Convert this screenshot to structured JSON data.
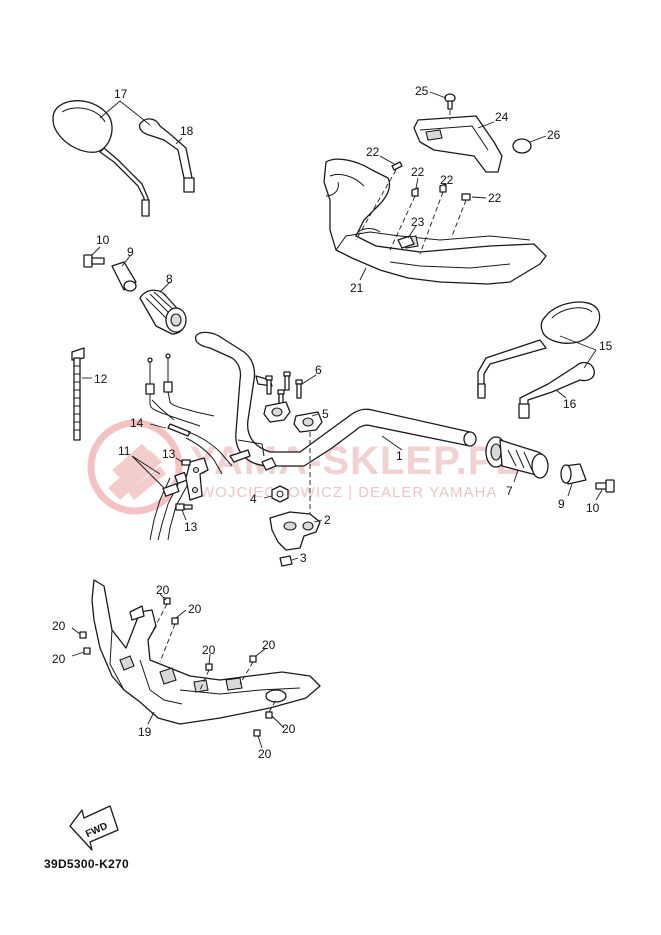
{
  "diagram_code": "39D5300-K270",
  "watermark": {
    "title": "YAMA-SKLEP.PL",
    "subtitle": "WOJCIECHOWICZ | DEALER YAMAHA"
  },
  "direction_marker": "FWD",
  "callouts": {
    "c1": "1",
    "c2": "2",
    "c3": "3",
    "c4": "4",
    "c5": "5",
    "c6": "6",
    "c7": "7",
    "c8": "8",
    "c9_left": "9",
    "c9_right": "9",
    "c10_left": "10",
    "c10_right": "10",
    "c11": "11",
    "c12": "12",
    "c13_top": "13",
    "c13_bottom": "13",
    "c14": "14",
    "c15": "15",
    "c16": "16",
    "c17": "17",
    "c18": "18",
    "c19": "19",
    "c20_a": "20",
    "c20_b": "20",
    "c20_c": "20",
    "c20_d": "20",
    "c20_e": "20",
    "c20_f": "20",
    "c20_g": "20",
    "c20_h": "20",
    "c21": "21",
    "c22_a": "22",
    "c22_b": "22",
    "c22_c": "22",
    "c22_d": "22",
    "c23": "23",
    "c24": "24",
    "c25": "25",
    "c26": "26"
  }
}
